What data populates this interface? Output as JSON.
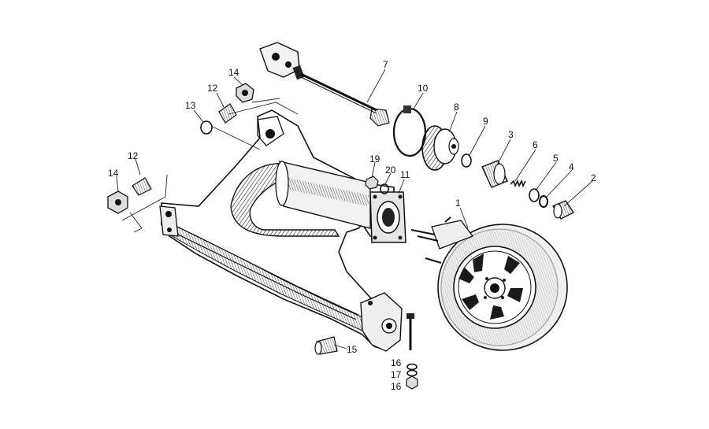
{
  "diagram": {
    "type": "exploded-parts-drawing",
    "part_numbers": [
      "1",
      "2",
      "3",
      "4",
      "5",
      "6",
      "7",
      "8",
      "9",
      "10",
      "11",
      "12",
      "12",
      "13",
      "14",
      "14",
      "15",
      "16",
      "16",
      "17",
      "19",
      "20"
    ]
  },
  "callouts": {
    "c1": "1",
    "c2": "2",
    "c3": "3",
    "c4": "4",
    "c5": "5",
    "c6": "6",
    "c7": "7",
    "c8": "8",
    "c9": "9",
    "c10": "10",
    "c11": "11",
    "c12a": "12",
    "c12b": "12",
    "c13": "13",
    "c14a": "14",
    "c14b": "14",
    "c15": "15",
    "c16a": "16",
    "c16b": "16",
    "c17": "17",
    "c19": "19",
    "c20": "20"
  }
}
